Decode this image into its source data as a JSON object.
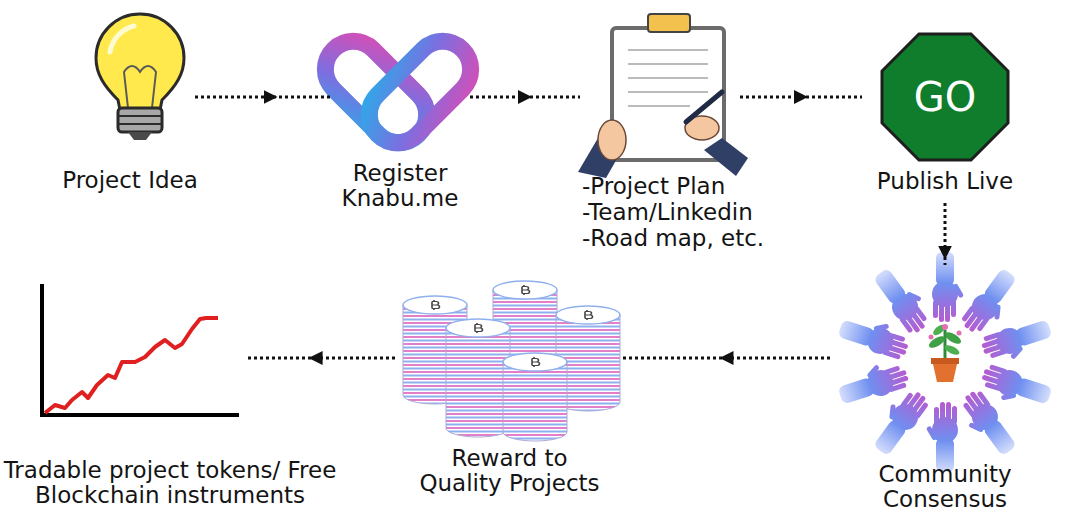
{
  "diagram": {
    "nodes": [
      {
        "text": [
          "Project Idea"
        ]
      },
      {
        "text": [
          "Register Knabu.me"
        ]
      },
      {
        "text": [
          "-Project Plan",
          "-Team/Linkedin",
          "-Road map, etc."
        ]
      },
      {
        "text": [
          "GO",
          "Publish Live"
        ]
      },
      {
        "text": [
          "Community Consensus"
        ]
      },
      {
        "text": [
          "Reward to Quality Projects"
        ]
      },
      {
        "text": [
          "Tradable project tokens/ Free Blockchain instruments"
        ]
      }
    ],
    "edges": [
      {
        "from": 0,
        "to": 1,
        "arrow": "to"
      },
      {
        "from": 1,
        "to": 2,
        "arrow": "to"
      },
      {
        "from": 2,
        "to": 3,
        "arrow": "to"
      },
      {
        "from": 3,
        "to": 4,
        "arrow": "to"
      },
      {
        "from": 4,
        "to": 5,
        "arrow": "to"
      },
      {
        "from": 5,
        "to": 6,
        "arrow": "to"
      }
    ]
  }
}
